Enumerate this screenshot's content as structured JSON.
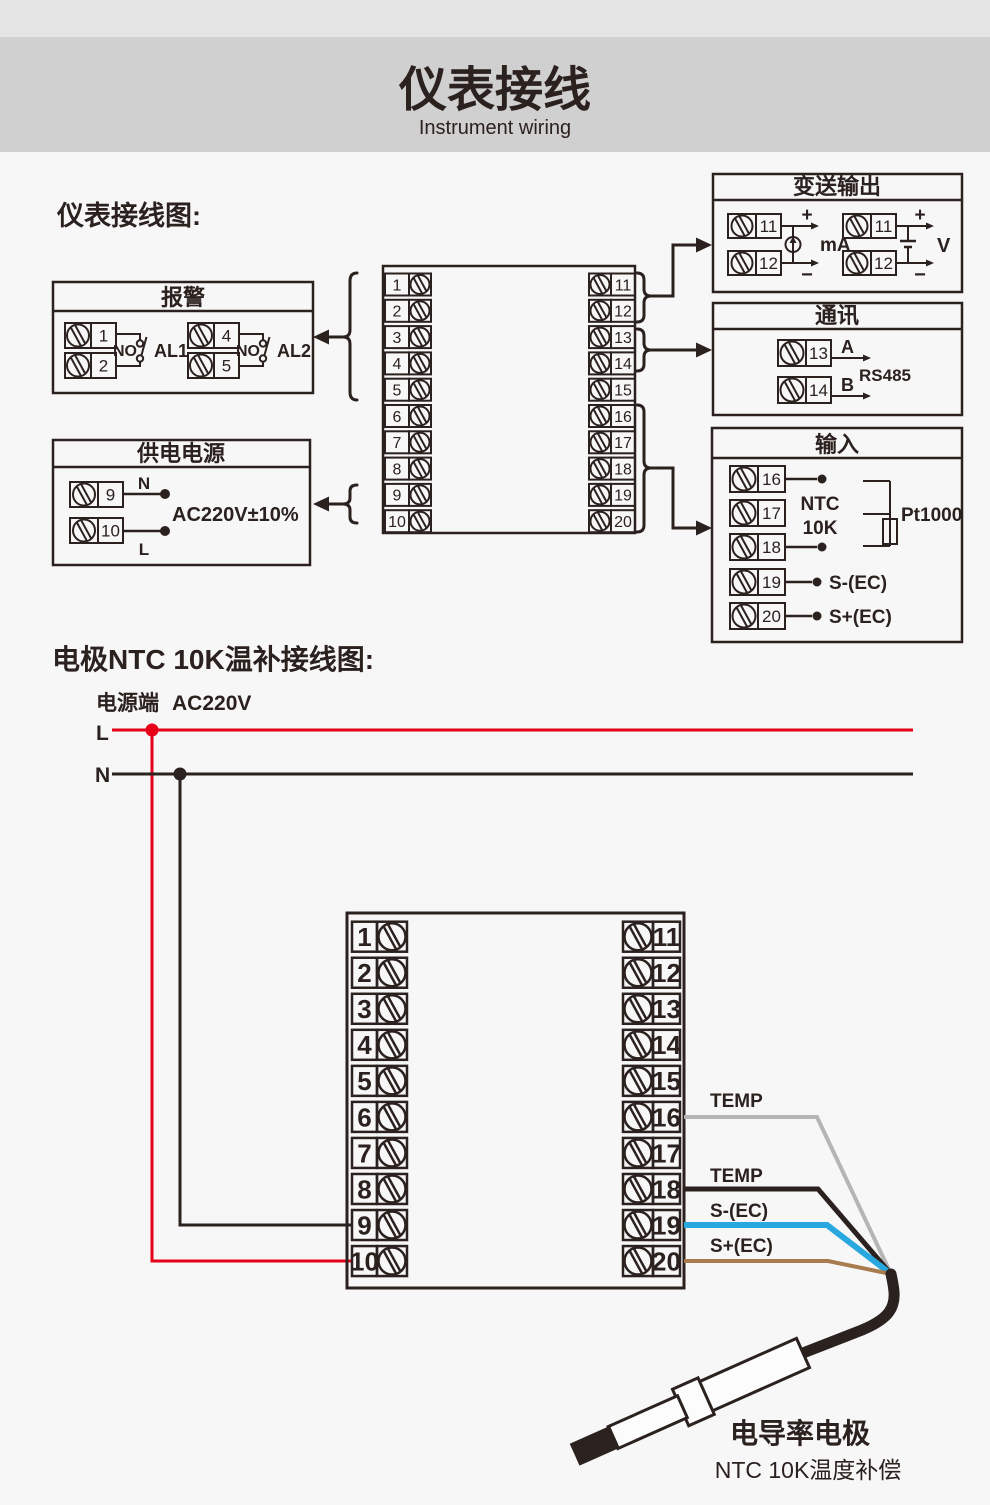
{
  "page": {
    "bg": "#f7f7f7",
    "ink": "#2b211e"
  },
  "banner": {
    "strip_bg": "#e4e4e4",
    "bg": "#d0d0d0",
    "title": "仪表接线",
    "subtitle": "Instrument wiring"
  },
  "wiring1": {
    "heading": "仪表接线图:",
    "alarm": {
      "title": "报警",
      "terminals": [
        "1",
        "2",
        "4",
        "5"
      ],
      "no1": "NO",
      "no2": "NO",
      "al1": "AL1",
      "al2": "AL2"
    },
    "power": {
      "title": "供电电源",
      "terminals": [
        "9",
        "10"
      ],
      "n": "N",
      "l": "L",
      "voltage": "AC220V±10%"
    },
    "block": {
      "left": [
        "1",
        "2",
        "3",
        "4",
        "5",
        "6",
        "7",
        "8",
        "9",
        "10"
      ],
      "right": [
        "11",
        "12",
        "13",
        "14",
        "15",
        "16",
        "17",
        "18",
        "19",
        "20"
      ]
    },
    "transmit": {
      "title": "变送输出",
      "t": [
        "11",
        "12",
        "11",
        "12"
      ],
      "plus": "+",
      "minus": "−",
      "ma": "mA",
      "v": "V"
    },
    "comm": {
      "title": "通讯",
      "t": [
        "13",
        "14"
      ],
      "a": "A",
      "b": "B",
      "protocol": "RS485"
    },
    "input": {
      "title": "输入",
      "t": [
        "16",
        "17",
        "18",
        "19",
        "20"
      ],
      "ntc1": "NTC",
      "ntc2": "10K",
      "rtd": "Pt1000",
      "s_minus": "S-(EC)",
      "s_plus": "S+(EC)"
    }
  },
  "wiring2": {
    "heading": "电极NTC 10K温补接线图:",
    "source_label": "电源端",
    "source_voltage": "AC220V",
    "live": "L",
    "neutral": "N",
    "block": {
      "left": [
        "1",
        "2",
        "3",
        "4",
        "5",
        "6",
        "7",
        "8",
        "9",
        "10"
      ],
      "right": [
        "11",
        "12",
        "13",
        "14",
        "15",
        "16",
        "17",
        "18",
        "19",
        "20"
      ]
    },
    "labels": {
      "temp1": "TEMP",
      "temp2": "TEMP",
      "s_minus": "S-(EC)",
      "s_plus": "S+(EC)"
    },
    "electrode": {
      "name": "电导率电极",
      "note": "NTC 10K温度补偿"
    },
    "colors": {
      "live": "#e60019",
      "neutral": "#2b211e",
      "temp1": "#b5b5b5",
      "temp2": "#2b211e",
      "s_minus": "#29a8e0",
      "s_plus": "#a87c4f"
    }
  }
}
